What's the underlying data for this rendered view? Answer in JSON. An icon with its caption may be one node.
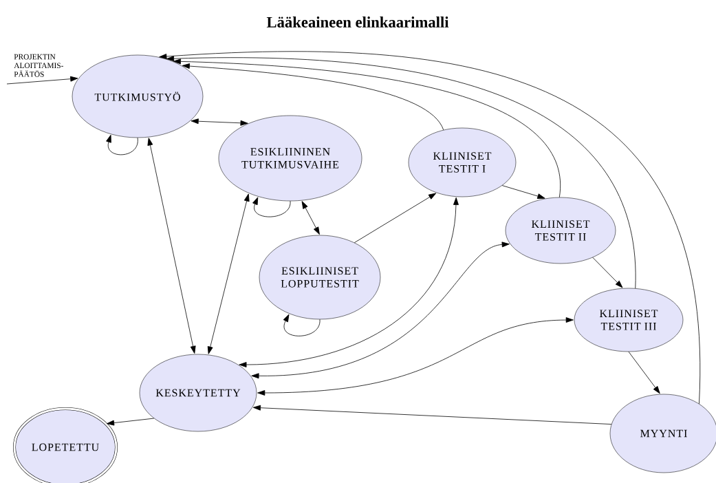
{
  "diagram": {
    "title": "Lääkeaineen elinkaarimalli",
    "nodes": [
      {
        "text": [
          "TUTKIMUSTYÖ"
        ]
      },
      {
        "text": [
          "ESIKLIININEN TUTKIMUSVAIHE"
        ]
      },
      {
        "text": [
          "KLIINISET TESTIT I"
        ]
      },
      {
        "text": [
          "ESIKLIINISET LOPPUTESTIT"
        ]
      },
      {
        "text": [
          "KLIINISET TESTIT II"
        ]
      },
      {
        "text": [
          "KLIINISET TESTIT III"
        ]
      },
      {
        "text": [
          "KESKEYTETTY"
        ]
      },
      {
        "text": [
          "LOPETETTU"
        ]
      },
      {
        "text": [
          "MYYNTI"
        ]
      }
    ],
    "edges": [
      {
        "from": null,
        "to": 0,
        "arrow": "to",
        "label": "PROJEKTIN ALOITTAMIS- PÄÄTÖS"
      },
      {
        "from": 0,
        "to": 0,
        "arrow": "to"
      },
      {
        "from": 0,
        "to": 1,
        "arrow": "both"
      },
      {
        "from": 0,
        "to": 6,
        "arrow": "both"
      },
      {
        "from": 1,
        "to": 1,
        "arrow": "to"
      },
      {
        "from": 1,
        "to": 3,
        "arrow": "both"
      },
      {
        "from": 1,
        "to": 6,
        "arrow": "both"
      },
      {
        "from": 3,
        "to": 3,
        "arrow": "to"
      },
      {
        "from": 3,
        "to": 2,
        "arrow": "to"
      },
      {
        "from": 2,
        "to": 4,
        "arrow": "to"
      },
      {
        "from": 4,
        "to": 5,
        "arrow": "to"
      },
      {
        "from": 5,
        "to": 8,
        "arrow": "to"
      },
      {
        "from": 2,
        "to": 0,
        "arrow": "to"
      },
      {
        "from": 4,
        "to": 0,
        "arrow": "to"
      },
      {
        "from": 5,
        "to": 0,
        "arrow": "to"
      },
      {
        "from": 8,
        "to": 0,
        "arrow": "to"
      },
      {
        "from": 6,
        "to": 2,
        "arrow": "both"
      },
      {
        "from": 6,
        "to": 4,
        "arrow": "both"
      },
      {
        "from": 6,
        "to": 5,
        "arrow": "both"
      },
      {
        "from": 8,
        "to": 6,
        "arrow": "to"
      },
      {
        "from": 6,
        "to": 7,
        "arrow": "to"
      }
    ]
  }
}
